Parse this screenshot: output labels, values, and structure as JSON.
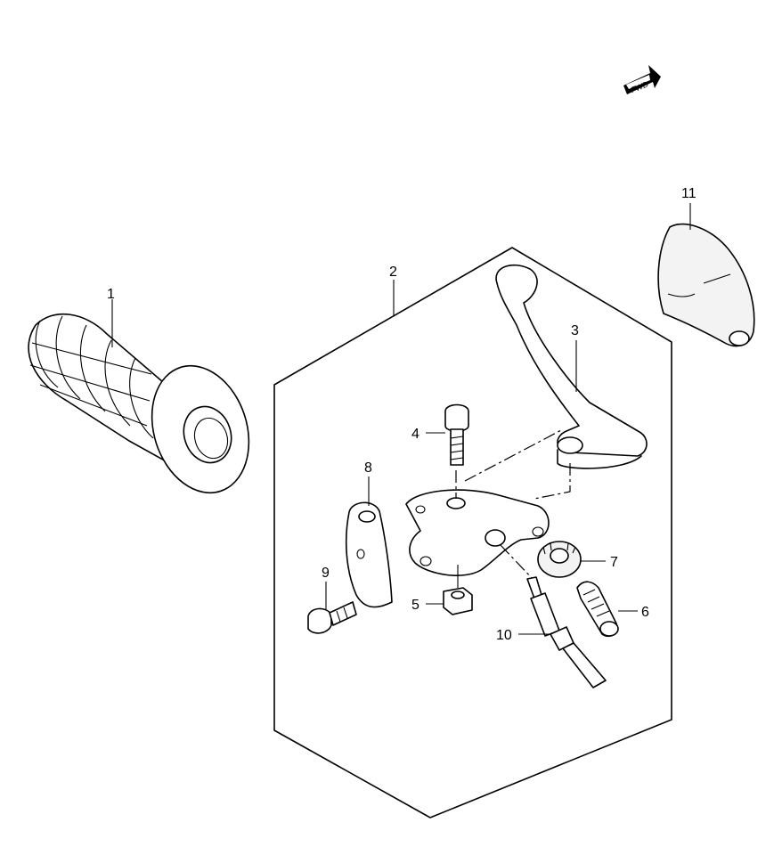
{
  "fwd_badge": {
    "label": "FWD"
  },
  "callouts": [
    {
      "id": "1",
      "text": "1"
    },
    {
      "id": "2",
      "text": "2"
    },
    {
      "id": "3",
      "text": "3"
    },
    {
      "id": "4",
      "text": "4"
    },
    {
      "id": "5",
      "text": "5"
    },
    {
      "id": "6",
      "text": "6"
    },
    {
      "id": "7",
      "text": "7"
    },
    {
      "id": "8",
      "text": "8"
    },
    {
      "id": "9",
      "text": "9"
    },
    {
      "id": "10",
      "text": "10"
    },
    {
      "id": "11",
      "text": "11"
    }
  ]
}
